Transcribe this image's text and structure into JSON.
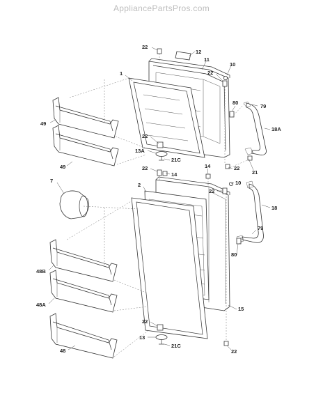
{
  "watermark": "AppliancePartsPros.com",
  "callouts": {
    "l22a": "22",
    "l12": "12",
    "l11": "11",
    "l10a": "10",
    "l22b": "22",
    "l1": "1",
    "l80a": "80",
    "l79a": "79",
    "l18A": "18A",
    "l49a": "49",
    "l49b": "49",
    "l22c": "22",
    "l13A": "13A",
    "l21Ca": "21C",
    "l22d": "22",
    "l21": "21",
    "l22e": "22",
    "l14a": "14",
    "l14b": "14",
    "l7": "7",
    "l2": "2",
    "l22f": "22",
    "l10b": "10",
    "l18": "18",
    "l79b": "79",
    "l80b": "80",
    "l48B": "48B",
    "l48A": "48A",
    "l15": "15",
    "l48": "48",
    "l22g": "22",
    "l13": "13",
    "l21Cb": "21C",
    "l22h": "22"
  }
}
